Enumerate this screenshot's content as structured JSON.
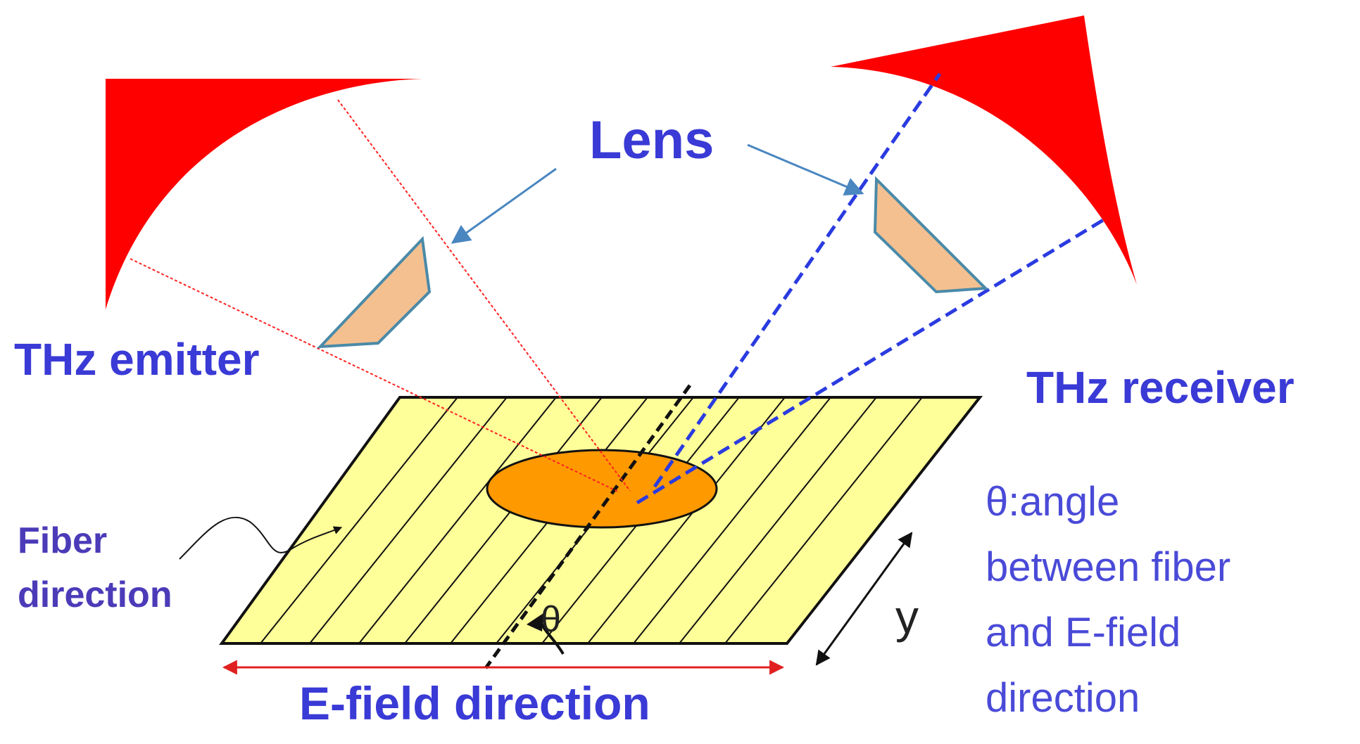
{
  "labels": {
    "lens": "Lens",
    "emitter": "THz emitter",
    "receiver": "THz receiver",
    "fiber_line1": "Fiber",
    "fiber_line2": "direction",
    "efield": "E-field direction",
    "theta": "θ",
    "y_axis": "y",
    "theta_desc_line1": "θ:angle",
    "theta_desc_line2": "between fiber",
    "theta_desc_line3": "and E-field",
    "theta_desc_line4": "direction"
  },
  "colors": {
    "mirror": "#ff0000",
    "lens_fill": "#f5c090",
    "lens_stroke": "#4a8aa8",
    "sample": "#ffff99",
    "spot": "#ff9900",
    "emitter_beam": "#ff2222",
    "receiver_beam": "#2a3be0",
    "arrow_blue": "#4a86c0",
    "efield_arrow": "#e02020",
    "label_text": "#3a3ad6"
  },
  "icons": {
    "lens_pointer": "arrow-icon",
    "efield_arrow": "double-arrow-icon",
    "y_arrow": "double-arrow-icon"
  }
}
